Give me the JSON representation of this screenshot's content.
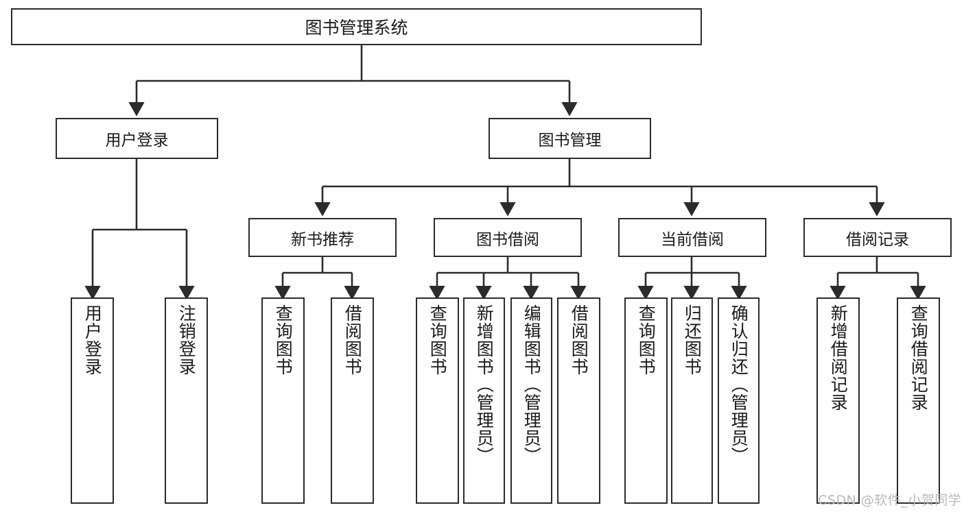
{
  "diagram": {
    "title": "图书管理系统",
    "type": "tree-hierarchy-chart",
    "root": {
      "label": "图书管理系统"
    },
    "level2": [
      {
        "id": "user-login",
        "label": "用户登录"
      },
      {
        "id": "book-management",
        "label": "图书管理"
      }
    ],
    "level3": [
      {
        "id": "new-book-recommend",
        "label": "新书推荐",
        "parent": "book-management"
      },
      {
        "id": "book-borrow",
        "label": "图书借阅",
        "parent": "book-management"
      },
      {
        "id": "current-borrow",
        "label": "当前借阅",
        "parent": "book-management"
      },
      {
        "id": "borrow-record",
        "label": "借阅记录",
        "parent": "book-management"
      }
    ],
    "leaves": [
      {
        "id": "leaf-user-login",
        "label": "用户登录",
        "parent": "user-login"
      },
      {
        "id": "leaf-logout-login",
        "label": "注销登录",
        "parent": "user-login"
      },
      {
        "id": "leaf-query-book-1",
        "label": "查询图书",
        "parent": "new-book-recommend"
      },
      {
        "id": "leaf-borrow-book-1",
        "label": "借阅图书",
        "parent": "new-book-recommend"
      },
      {
        "id": "leaf-query-book-2",
        "label": "查询图书",
        "parent": "book-borrow"
      },
      {
        "id": "leaf-add-book",
        "label": "新增图书（管理员）",
        "parent": "book-borrow"
      },
      {
        "id": "leaf-edit-book",
        "label": "编辑图书（管理员）",
        "parent": "book-borrow"
      },
      {
        "id": "leaf-borrow-book-2",
        "label": "借阅图书",
        "parent": "book-borrow"
      },
      {
        "id": "leaf-query-book-3",
        "label": "查询图书",
        "parent": "current-borrow"
      },
      {
        "id": "leaf-return-book",
        "label": "归还图书",
        "parent": "current-borrow"
      },
      {
        "id": "leaf-confirm-return",
        "label": "确认归还（管理员）",
        "parent": "current-borrow"
      },
      {
        "id": "leaf-add-record",
        "label": "新增借阅记录",
        "parent": "borrow-record"
      },
      {
        "id": "leaf-query-record",
        "label": "查询借阅记录",
        "parent": "borrow-record"
      }
    ],
    "colors": {
      "box_border": "#2b2b2b",
      "box_fill": "#ffffff",
      "connector": "#2b2b2b",
      "text": "#1a1a1a",
      "watermark": "#b9b9b9"
    }
  },
  "watermark": {
    "text": "CSDN @软件_小贺同学"
  }
}
